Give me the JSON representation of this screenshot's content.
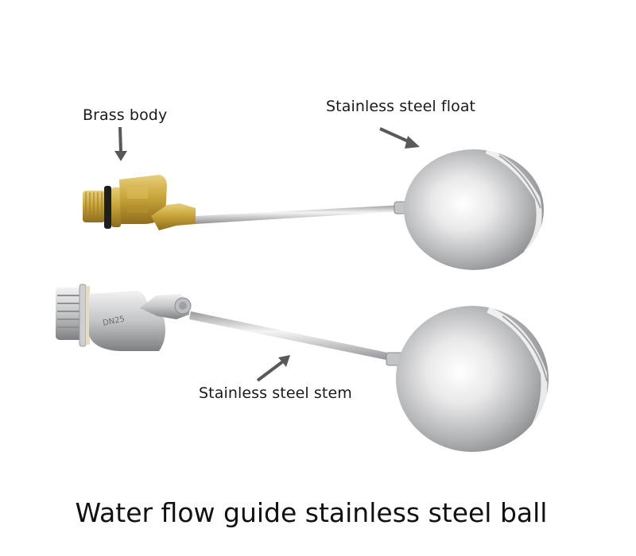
{
  "labels": {
    "brass_body": "Brass body",
    "float": "Stainless steel float",
    "stem": "Stainless steel stem"
  },
  "caption": "Water flow guide stainless steel ball",
  "products": [
    {
      "name": "brass-float-valve",
      "body_material": "brass",
      "body_color": "#c9a53a"
    },
    {
      "name": "steel-float-valve",
      "body_material": "stainless steel",
      "body_marking": "DN25"
    }
  ],
  "colors": {
    "arrow": "#58595b",
    "brass": "#c9a53a",
    "steel": "#c8c8ca",
    "text": "#111111"
  }
}
